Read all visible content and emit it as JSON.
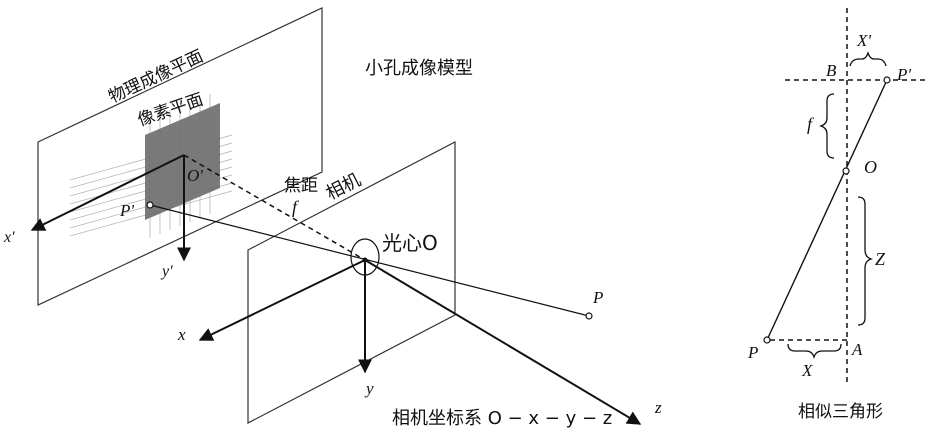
{
  "labels": {
    "physical_plane": "物理成像平面",
    "pixel_plane": "像素平面",
    "model_title": "小孔成像模型",
    "focal_length": "焦距",
    "camera": "相机",
    "optical_center": "光心O",
    "camera_coord_system": "相机坐标系 O − x − y − z",
    "similar_triangles": "相似三角形"
  },
  "symbols": {
    "x_prime": "x'",
    "y_prime": "y'",
    "O_prime": "O'",
    "P_prime_left": "P'",
    "f_left": "f",
    "P_left": "P",
    "x_axis": "x",
    "y_axis": "y",
    "z_axis": "z",
    "B": "B",
    "X_prime": "X'",
    "P_prime_right": "P'",
    "f_right": "f",
    "O_right": "O",
    "Z_right": "Z",
    "P_right": "P",
    "A": "A",
    "X_right": "X"
  },
  "colors": {
    "ink": "#111111",
    "pixel_fill": "#6f6f6f",
    "guide_lines": "#b5b5b5"
  }
}
